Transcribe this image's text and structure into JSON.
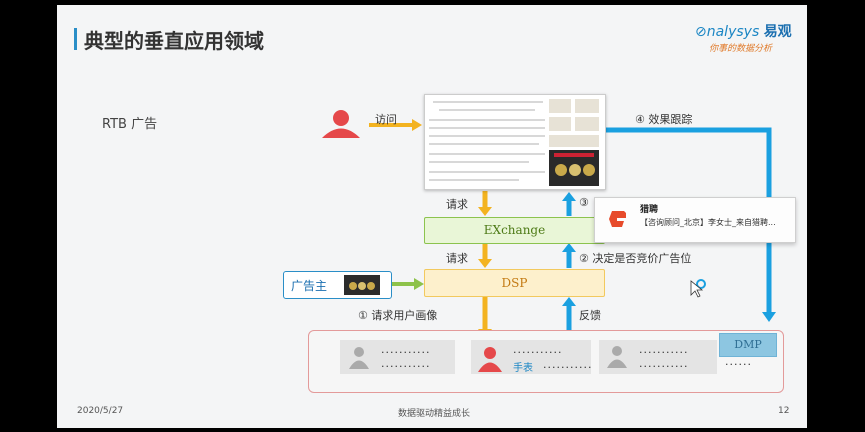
{
  "slide": {
    "title": "典型的垂直应用领域",
    "logo_brand": "nalysys",
    "logo_prefix": "⊘",
    "logo_cn": "易观",
    "logo_slogan": "你事的数据分析",
    "subject": "RTB 广告",
    "footer_date": "2020/5/27",
    "footer_center": "数据驱动精益成长",
    "page_number": "12"
  },
  "flow": {
    "visit_label": "访问",
    "request_label_1": "请求",
    "request_label_2": "请求",
    "step3_label": "③",
    "step2_label": "② 决定是否竞价广告位",
    "step1_label": "① 请求用户画像",
    "feedback_label": "反馈",
    "step4_label": "④ 效果跟踪",
    "exchange_label": "EXchange",
    "dsp_label": "DSP",
    "dmp_label": "DMP",
    "advertiser_label": "广告主"
  },
  "users": {
    "dots_a": "...........",
    "dots_b": "...........",
    "dots_c": "...........",
    "dots_d": "...........",
    "dots_e": "...........",
    "dots_f": "...........",
    "dots_g": "...........",
    "dots_h": "...........",
    "dots_dmp": "......",
    "watch_label": "手表"
  },
  "notification": {
    "app_name": "猎聘",
    "message": "【咨询顾问_北京】李女士_来自猎聘..."
  },
  "colors": {
    "accent_blue": "#2a8ec7",
    "arrow_orange": "#f3b320",
    "arrow_blue": "#1aa0e0",
    "arrow_green": "#8dc24a",
    "person_red": "#e5484a"
  }
}
